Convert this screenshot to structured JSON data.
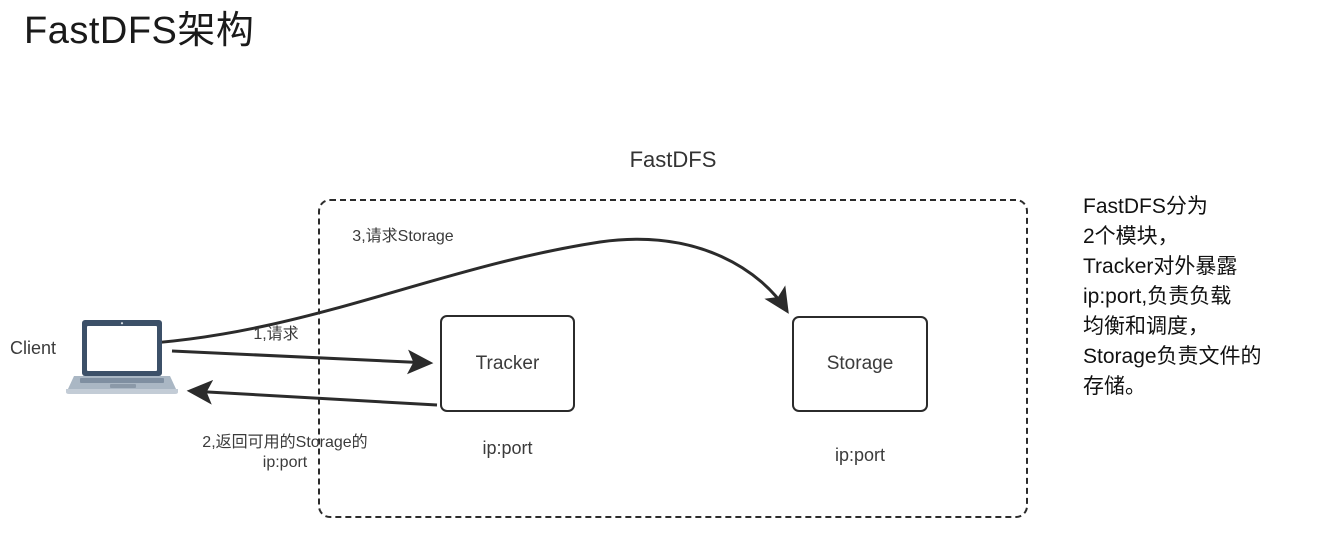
{
  "page": {
    "title": "FastDFS架构",
    "background": "#ffffff",
    "stroke_color": "#2b2b2b",
    "text_color": "#3b3b3b"
  },
  "diagram": {
    "group": {
      "label": "FastDFS",
      "border_style": "dashed",
      "border_color": "#2b2b2b"
    },
    "client": {
      "label": "Client",
      "icon": "laptop-icon",
      "icon_colors": {
        "bezel": "#3c5068",
        "screen": "#ffffff",
        "base": "#aab7c4",
        "keyboard": "#7f8fa1"
      }
    },
    "nodes": [
      {
        "id": "tracker",
        "label": "Tracker",
        "sub_label": "ip:port"
      },
      {
        "id": "storage",
        "label": "Storage",
        "sub_label": "ip:port"
      }
    ],
    "edges": [
      {
        "id": "step1",
        "label": "1,请求",
        "from": "client",
        "to": "tracker",
        "shape": "straight",
        "arrow": "end"
      },
      {
        "id": "step2",
        "label_line1": "2,返回可用的Storage的",
        "label_line2": "ip:port",
        "from": "tracker",
        "to": "client",
        "shape": "straight",
        "arrow": "end"
      },
      {
        "id": "step3",
        "label": "3,请求Storage",
        "from": "client",
        "to": "storage",
        "shape": "curved",
        "arrow": "end"
      }
    ]
  },
  "side_note": {
    "lines": [
      "FastDFS分为",
      "2个模块，",
      "Tracker对外暴露",
      "ip:port,负责负载",
      "均衡和调度，",
      "Storage负责文件的",
      "存储。"
    ]
  }
}
